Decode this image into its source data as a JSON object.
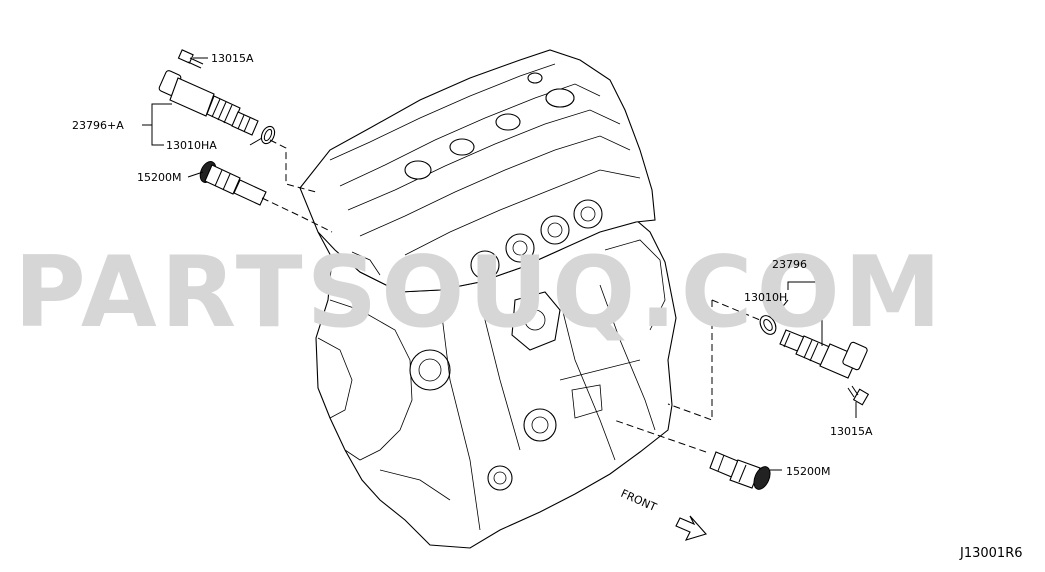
{
  "watermark": "PARTSOUQ.COM",
  "diagram_code": "J13001R6",
  "direction_label": "FRONT",
  "callouts": {
    "bolt_top": "13015A",
    "solenoid_top": "23796+A",
    "oring_top": "13010HA",
    "plug_top": "15200M",
    "solenoid_right": "23796",
    "oring_right": "13010H",
    "bolt_right": "13015A",
    "plug_bottom": "15200M"
  }
}
